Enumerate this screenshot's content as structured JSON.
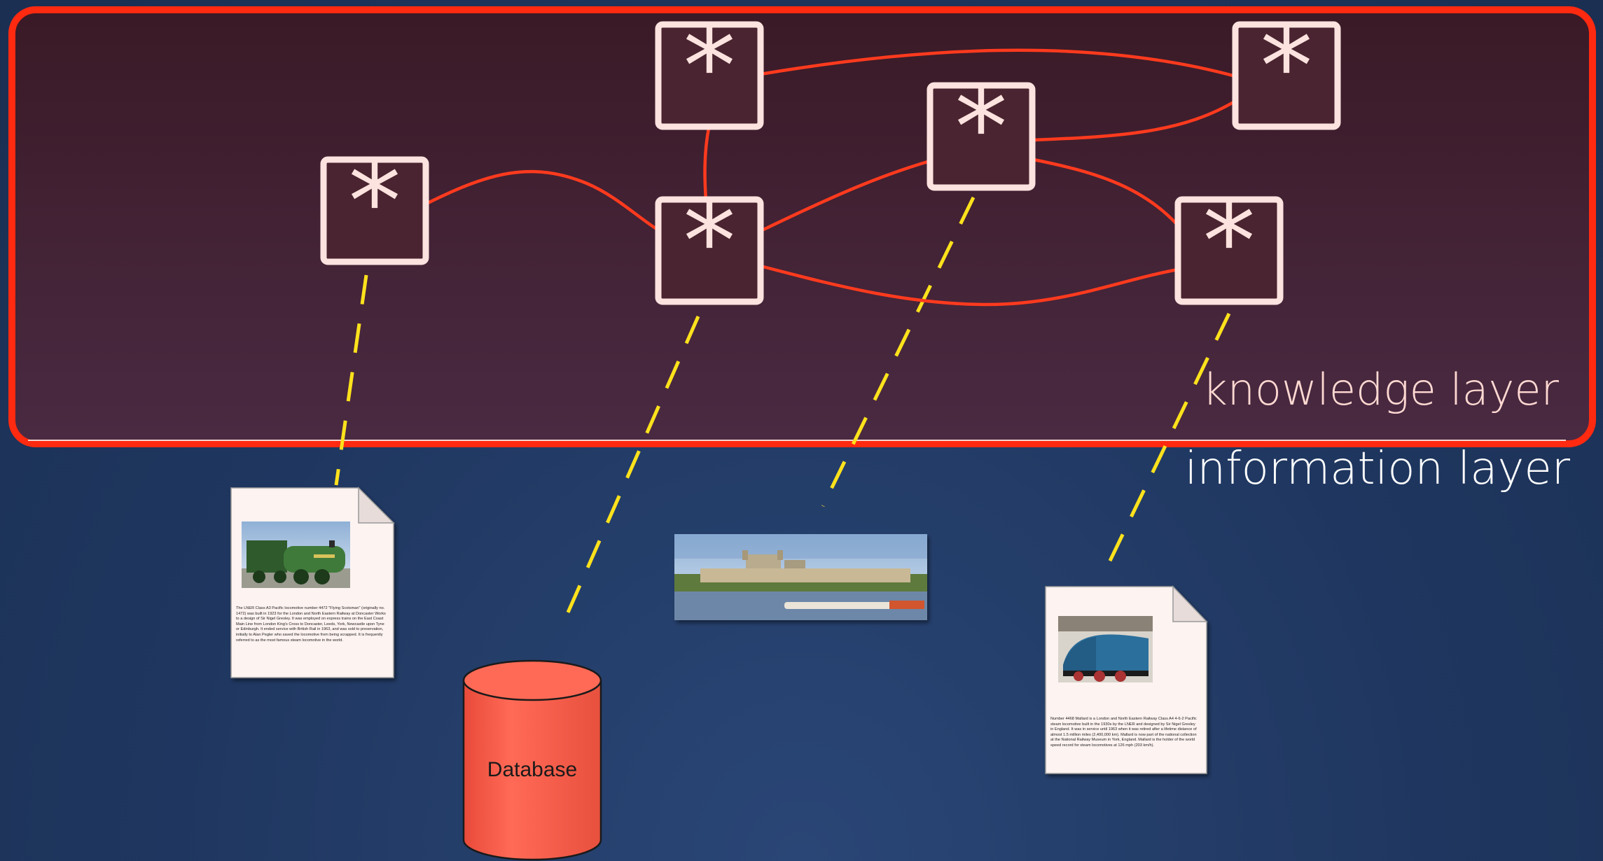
{
  "labels": {
    "knowledge_layer": "knowledge layer",
    "information_layer": "information layer",
    "database": "Database"
  },
  "node_symbol": "*",
  "nodes": [
    {
      "id": "n1"
    },
    {
      "id": "n2"
    },
    {
      "id": "n3"
    },
    {
      "id": "n4"
    },
    {
      "id": "n5"
    },
    {
      "id": "n6"
    }
  ],
  "documents": {
    "doc1_text": "The LNER Class A3 Pacific locomotive number 4472 \"Flying Scotsman\" (originally no. 1472) was built in 1923 for the London and North Eastern Railway at Doncaster Works to a design of Sir Nigel Gresley. It was employed on express trains on the East Coast Main Line from London King's Cross to Doncaster, Leeds, York, Newcastle upon Tyne or Edinburgh. It ended service with British Rail in 1963, and was sold to preservation, initially to Alan Pegler who saved the locomotive from being scrapped. It is frequently referred to as the most famous steam locomotive in the world.",
    "doc2_text": "Number 4468 Mallard is a London and North Eastern Railway Class A4 4-6-2 Pacific steam locomotive built in the 1930s by the LNER and designed by Sir Nigel Gresley in England. It was in service until 1963 when it was retired after a lifetime distance of almost 1.5 million miles (2,400,000 km). Mallard is now part of the national collection at the National Railway Museum in York, England. Mallard is the holder of the world speed record for steam locomotives at 126 mph (203 km/h)."
  },
  "colors": {
    "panel_border": "#ff2a10",
    "edge": "#ff3a1e",
    "link": "#ffe21c",
    "node_fill": "#fde3df",
    "label_knowledge": "#ffd9d2",
    "label_information": "#ffffff",
    "database_fill": "#ff604e"
  }
}
